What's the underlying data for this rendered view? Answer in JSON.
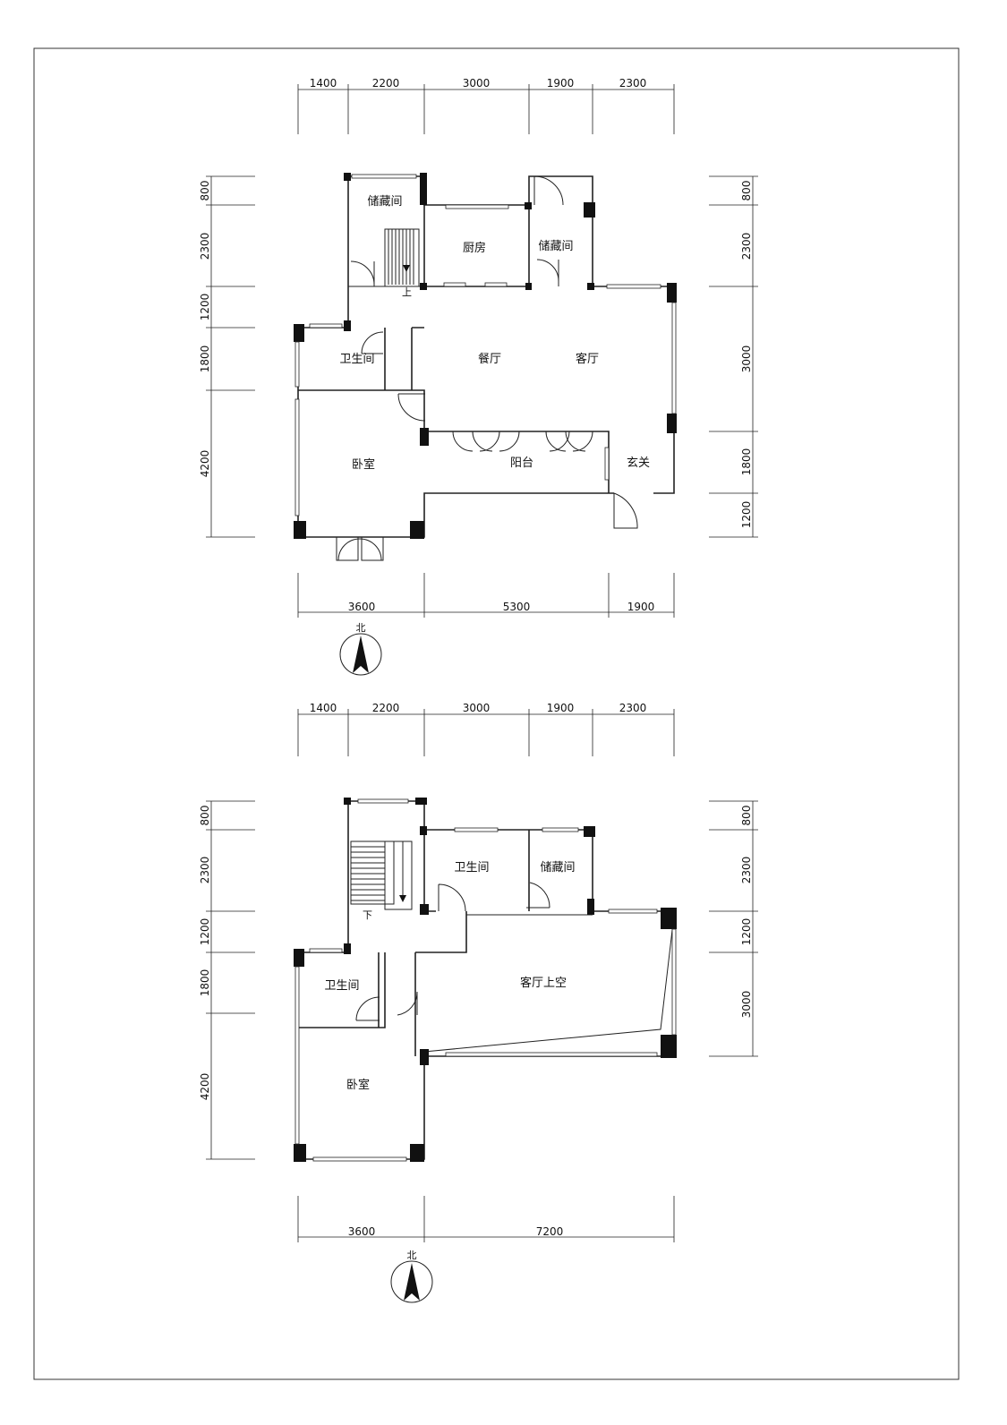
{
  "plans": [
    {
      "top_dims": [
        "1400",
        "2200",
        "3000",
        "1900",
        "2300"
      ],
      "bottom_dims": [
        "3600",
        "5300",
        "1900"
      ],
      "left_dims": [
        "800",
        "2300",
        "1200",
        "1800",
        "4200"
      ],
      "right_dims": [
        "800",
        "2300",
        "3000",
        "1800",
        "1200"
      ],
      "rooms": {
        "storage_left": "储藏间",
        "kitchen": "厨房",
        "storage_right": "储藏间",
        "bathroom": "卫生间",
        "dining": "餐厅",
        "living": "客厅",
        "bedroom": "卧室",
        "balcony": "阳台",
        "entrance": "玄关"
      },
      "stair_label": "上",
      "north_label": "北"
    },
    {
      "top_dims": [
        "1400",
        "2200",
        "3000",
        "1900",
        "2300"
      ],
      "bottom_dims": [
        "3600",
        "7200"
      ],
      "left_dims": [
        "800",
        "2300",
        "1200",
        "1800",
        "4200"
      ],
      "right_dims": [
        "800",
        "2300",
        "1200",
        "3000"
      ],
      "rooms": {
        "bathroom_top": "卫生间",
        "storage": "储藏间",
        "bathroom_left": "卫生间",
        "living_void": "客厅上空",
        "bedroom": "卧室"
      },
      "stair_label": "下",
      "north_label": "北"
    }
  ]
}
